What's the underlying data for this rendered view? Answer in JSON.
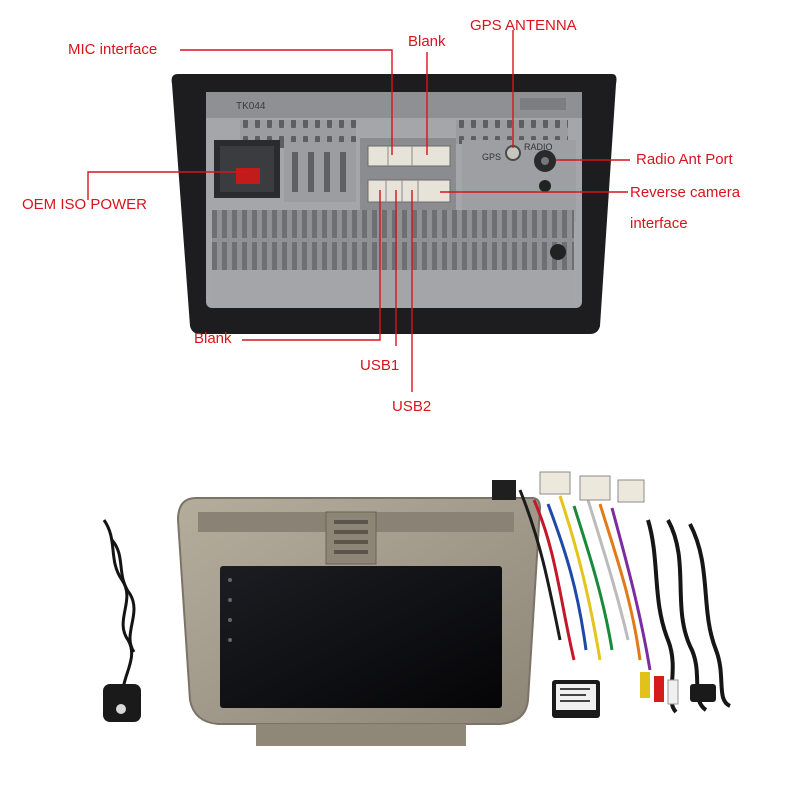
{
  "colors": {
    "label": "#d8141d",
    "leader": "#d8141d",
    "bezel": "#1d1d1f",
    "chassis": "#9c9ea2",
    "screen": "#0d0d0f",
    "frame": "#a29988"
  },
  "callouts": {
    "mic": "MIC interface",
    "blank_top": "Blank",
    "gps": "GPS ANTENNA",
    "radio": "Radio Ant Port",
    "oem": "OEM ISO POWER",
    "reverse_1": "Reverse camera",
    "reverse_2": "interface",
    "blank_bottom": "Blank",
    "usb1": "USB1",
    "usb2": "USB2"
  },
  "device": {
    "model_mark": "TK044",
    "gps_mark": "GPS",
    "radio_mark": "RADIO"
  },
  "icons": [
    "gps-antenna-icon",
    "wiring-harness-icon",
    "can-box-icon",
    "rca-cable-icon"
  ]
}
